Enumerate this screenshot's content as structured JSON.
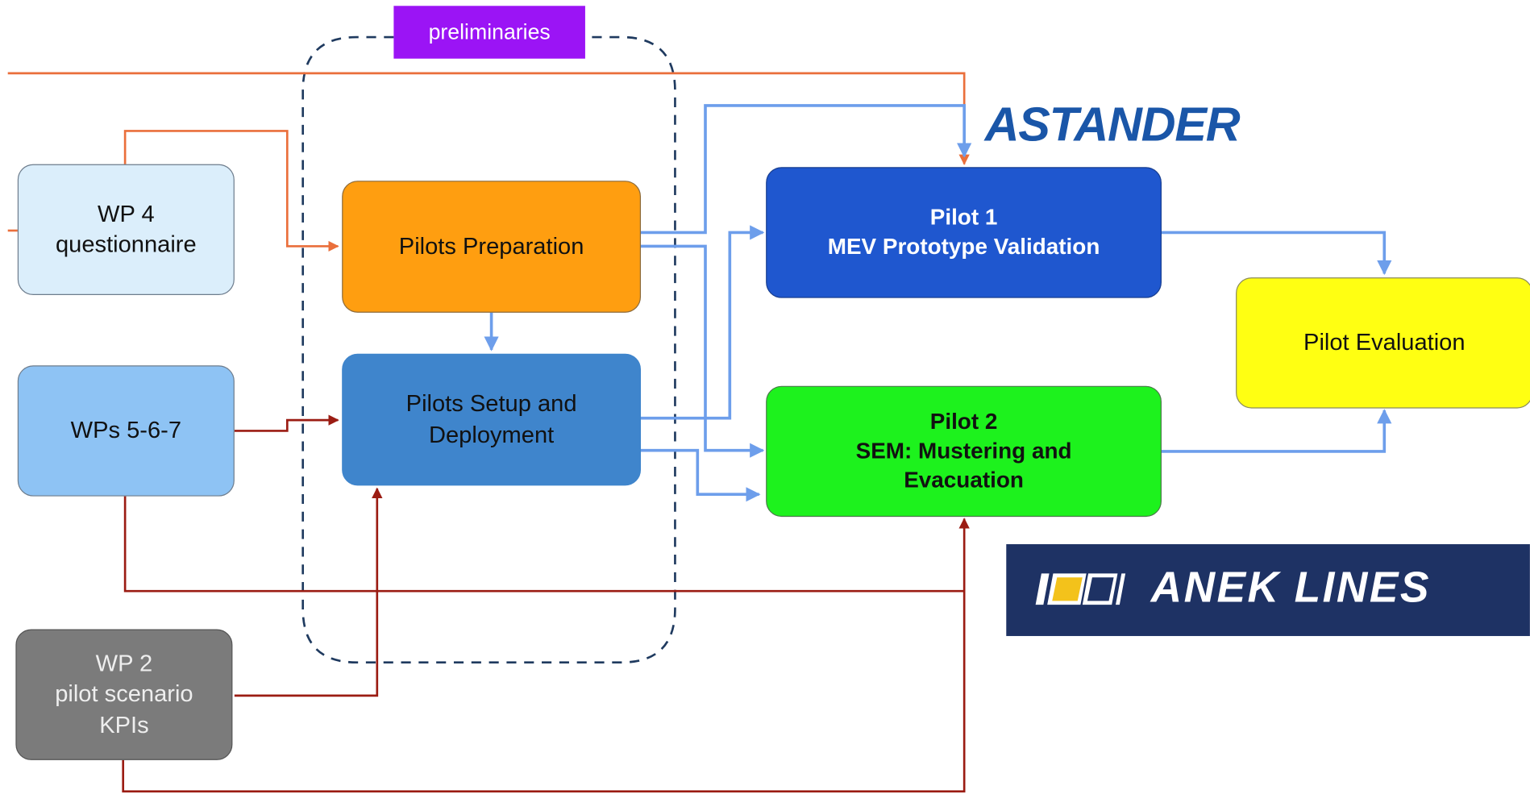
{
  "preliminaries_label": "preliminaries",
  "boxes": {
    "wp4": {
      "line1": "WP 4",
      "line2": "questionnaire"
    },
    "wps567": {
      "line1": "WPs 5-6-7"
    },
    "wp2": {
      "line1": "WP 2",
      "line2": "pilot scenario",
      "line3": "KPIs"
    },
    "pilots_prep": {
      "line1": "Pilots Preparation"
    },
    "pilots_setup": {
      "line1": "Pilots Setup and",
      "line2": "Deployment"
    },
    "pilot1": {
      "line1": "Pilot 1",
      "line2": "MEV Prototype Validation"
    },
    "pilot2": {
      "line1": "Pilot 2",
      "line2": "SEM: Mustering and",
      "line3": "Evacuation"
    },
    "pilot_eval": {
      "line1": "Pilot Evaluation"
    }
  },
  "logos": {
    "astander": "ASTANDER",
    "anek": "ANEK LINES"
  },
  "colors": {
    "orange_arrow": "#ea6f3b",
    "red_arrow": "#9b1c13",
    "blue_arrow": "#6d9eeb",
    "dashed_border": "#1f3a5f"
  }
}
